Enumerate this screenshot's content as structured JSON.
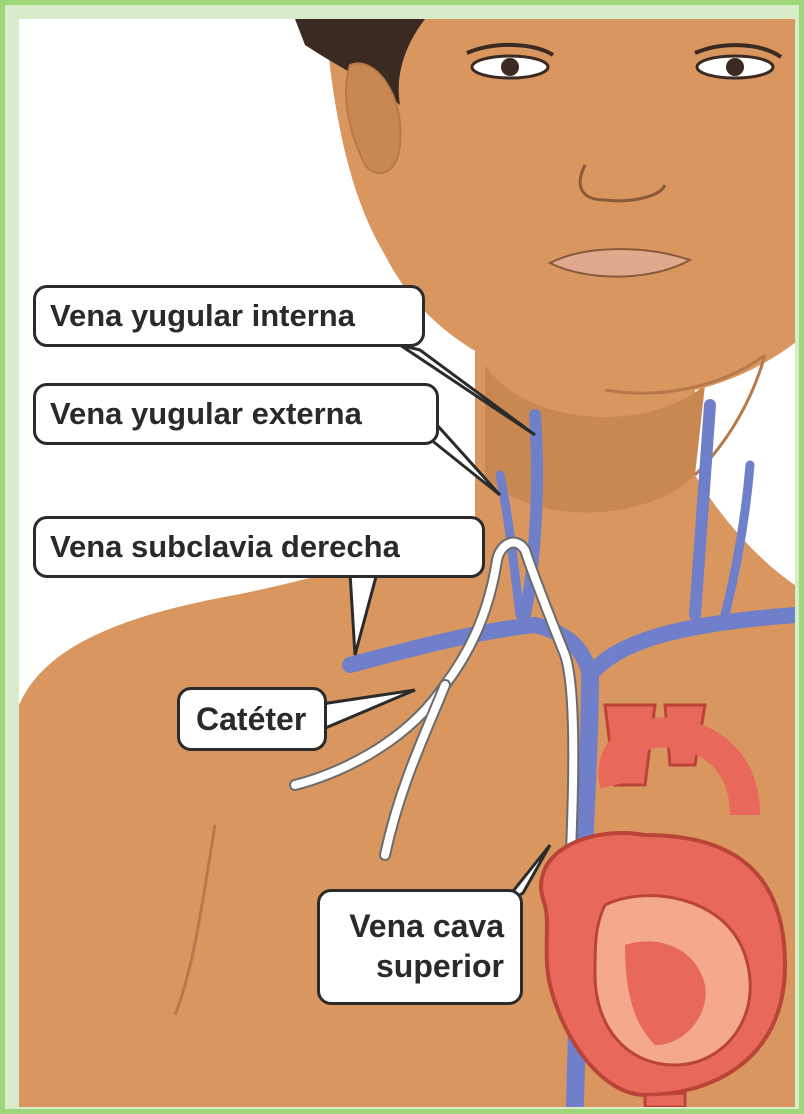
{
  "colors": {
    "frame": "#9ed67a",
    "skin": "#d9975f",
    "skin_shadow": "#c98852",
    "hair": "#3a2a22",
    "vein": "#6f7fc9",
    "catheter": "#ffffff",
    "heart": "#e8685a",
    "heart_light": "#f4a98e",
    "label_border": "#2b2b2b"
  },
  "labels": {
    "internal_jugular": "Vena yugular interna",
    "external_jugular": "Vena yugular externa",
    "right_subclavian": "Vena subclavia derecha",
    "catheter": "Catéter",
    "superior_vena_cava_line1": "Vena cava",
    "superior_vena_cava_line2": "superior"
  },
  "icons": [
    "child-figure-illustration",
    "heart-icon",
    "vein-diagram",
    "catheter-tube"
  ]
}
